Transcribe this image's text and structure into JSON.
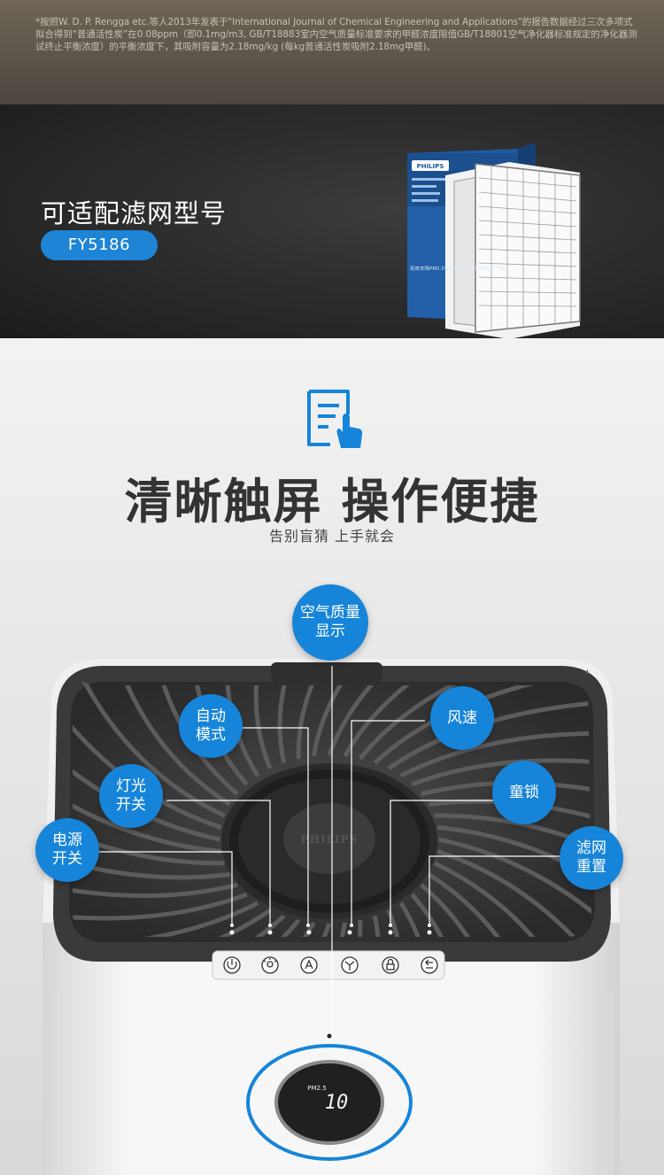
{
  "note": {
    "text": "*按照W. D. P. Rengga etc.等人2013年发表于\"International Journal of Chemical Engineering and Applications\"的报告数据经过三次多项式拟合得到“普通活性炭”在0.08ppm（即0.1mg/m3, GB/T18883室内空气质量标准要求的甲醛浓度限值GB/T18801空气净化器标准规定的净化器测试终止平衡浓度）的平衡浓度下，其吸附容量为2.18mg/kg (每kg普通活性炭吸附2.18mg甲醛)。"
  },
  "filter": {
    "title": "可适配滤网型号",
    "model": "FY5186",
    "box_brand": "PHILIPS",
    "box_caption": "有效去除PM2.5等颗粒物 及甲醛等有害气体"
  },
  "feature": {
    "icon": "touch-document-icon",
    "headline": "清晰触屏  操作便捷",
    "subline": "告别盲猜    上手就会"
  },
  "device": {
    "logo": "PHILIPS",
    "display_label": "PM2.5",
    "display_value": "10",
    "buttons": [
      "power-icon",
      "light-icon",
      "auto-icon",
      "fan-icon",
      "lock-icon",
      "reset-icon"
    ]
  },
  "callouts": {
    "air_quality": [
      "空气质量",
      "显示"
    ],
    "auto_mode": [
      "自动",
      "模式"
    ],
    "fan_speed": [
      "风速"
    ],
    "light": [
      "灯光",
      "开关"
    ],
    "child_lock": [
      "童锁"
    ],
    "power": [
      "电源",
      "开关"
    ],
    "filter_reset": [
      "滤网",
      "重置"
    ]
  },
  "colors": {
    "accent": "#1684d8",
    "dark": "#2a2a2a",
    "note_bg": "#5d554b"
  }
}
